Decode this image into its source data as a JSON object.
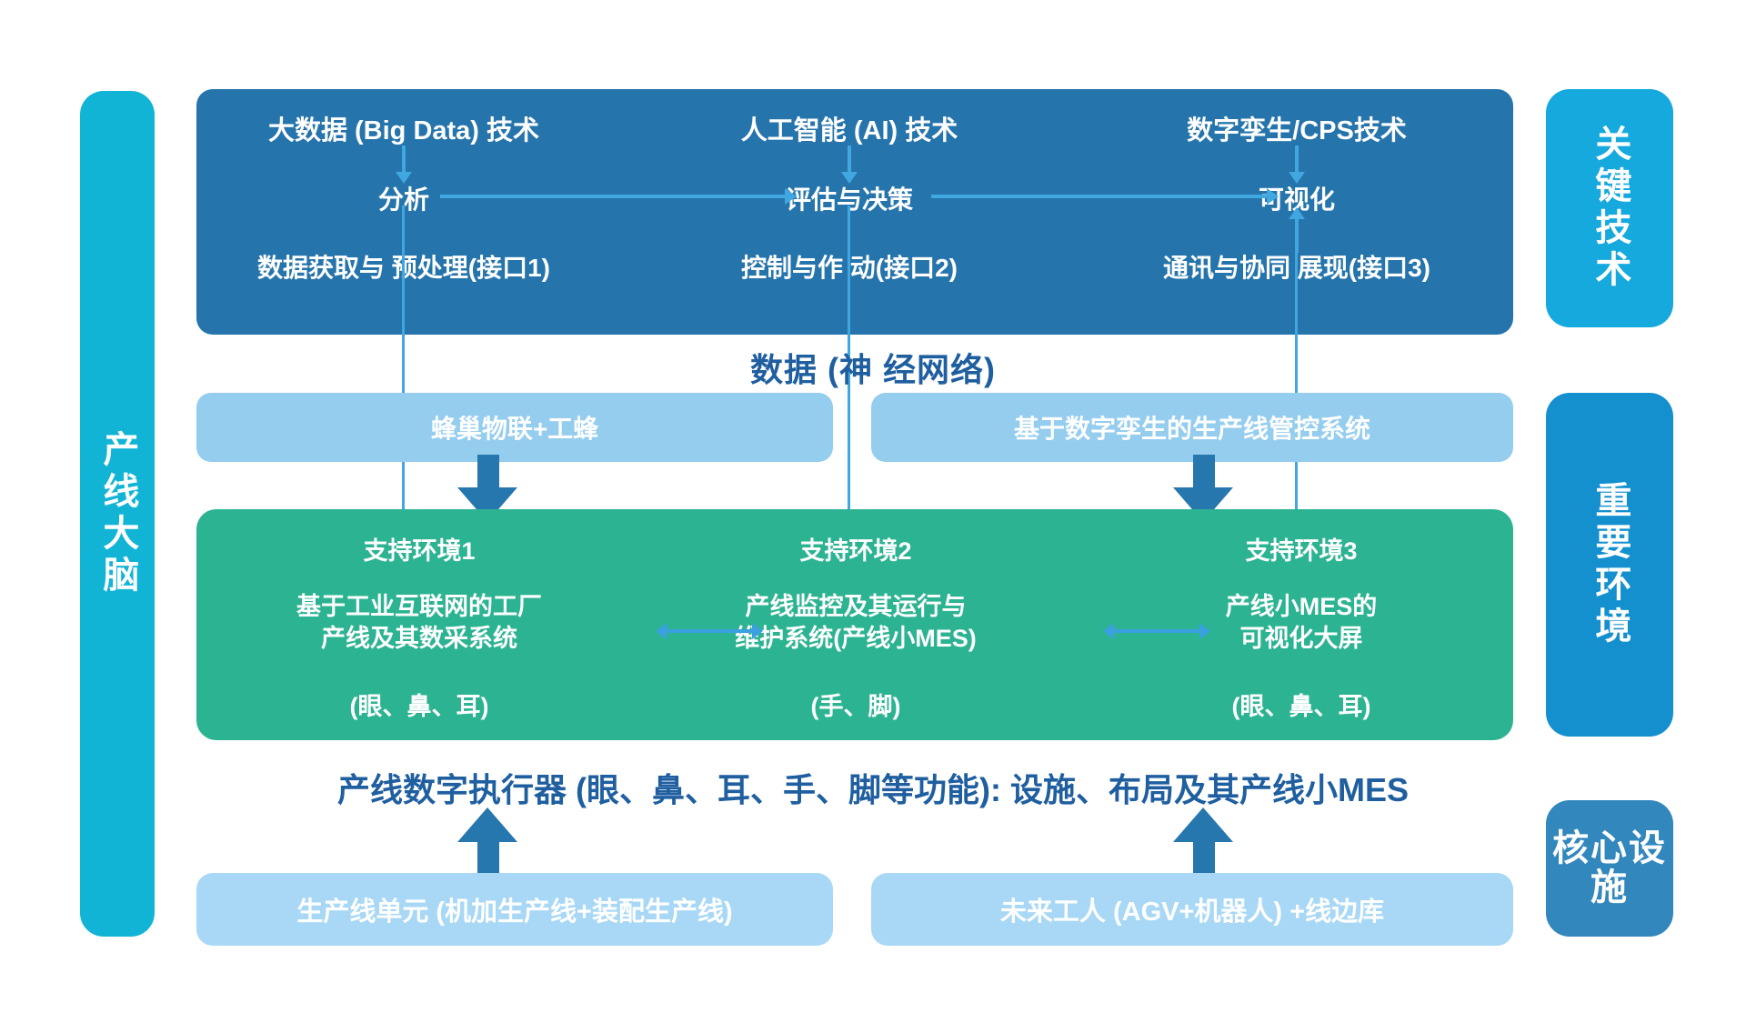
{
  "left_rail": {
    "label": "产线大脑"
  },
  "right_rails": [
    {
      "label": "关键技术",
      "color": "#16a9dd"
    },
    {
      "label": "重要环境",
      "color": "#1490cf"
    },
    {
      "label": "核心设施",
      "color": "#3287bd"
    }
  ],
  "tech_panel": {
    "columns": [
      {
        "title": "大数据 (Big Data) 技术",
        "middle": "分析",
        "bottom": "数据获取与  预处理(接口1)"
      },
      {
        "title": "人工智能 (AI) 技术",
        "middle": "评估与决策",
        "bottom": "控制与作  动(接口2)"
      },
      {
        "title": "数字孪生/CPS技术",
        "middle": "可视化",
        "bottom": "通讯与协同 展现(接口3)"
      }
    ]
  },
  "data_caption": "数据 (神 经网络)",
  "platform_boxes": [
    {
      "label": "蜂巢物联+工蜂"
    },
    {
      "label": "基于数字孪生的生产线管控系统"
    }
  ],
  "env_panel": {
    "columns": [
      {
        "head": "支持环境1",
        "body_line1": "基于工业互联网的工厂",
        "body_line2": "产线及其数采系统",
        "organs": "(眼、鼻、耳)"
      },
      {
        "head": "支持环境2",
        "body_line1": "产线监控及其运行与",
        "body_line2": "维护系统(产线小MES)",
        "organs": "(手、脚)"
      },
      {
        "head": "支持环境3",
        "body_line1": "产线小MES的",
        "body_line2": "可视化大屏",
        "organs": "(眼、鼻、耳)"
      }
    ]
  },
  "exec_caption": "产线数字执行器 (眼、鼻、耳、手、脚等功能): 设施、布局及其产线小MES",
  "facility_boxes": [
    {
      "label": "生产线单元 (机加生产线+装配生产线)"
    },
    {
      "label": "未来工人 (AGV+机器人) +线边库"
    }
  ],
  "colors": {
    "rail_left": "#12b4d6",
    "tech_panel": "#2574ab",
    "env_panel": "#2cb392",
    "platform_box": "#95cdef",
    "facility_box": "#a8d8f5",
    "connector": "#41a7e0",
    "caption_text": "#1f5fa0"
  }
}
